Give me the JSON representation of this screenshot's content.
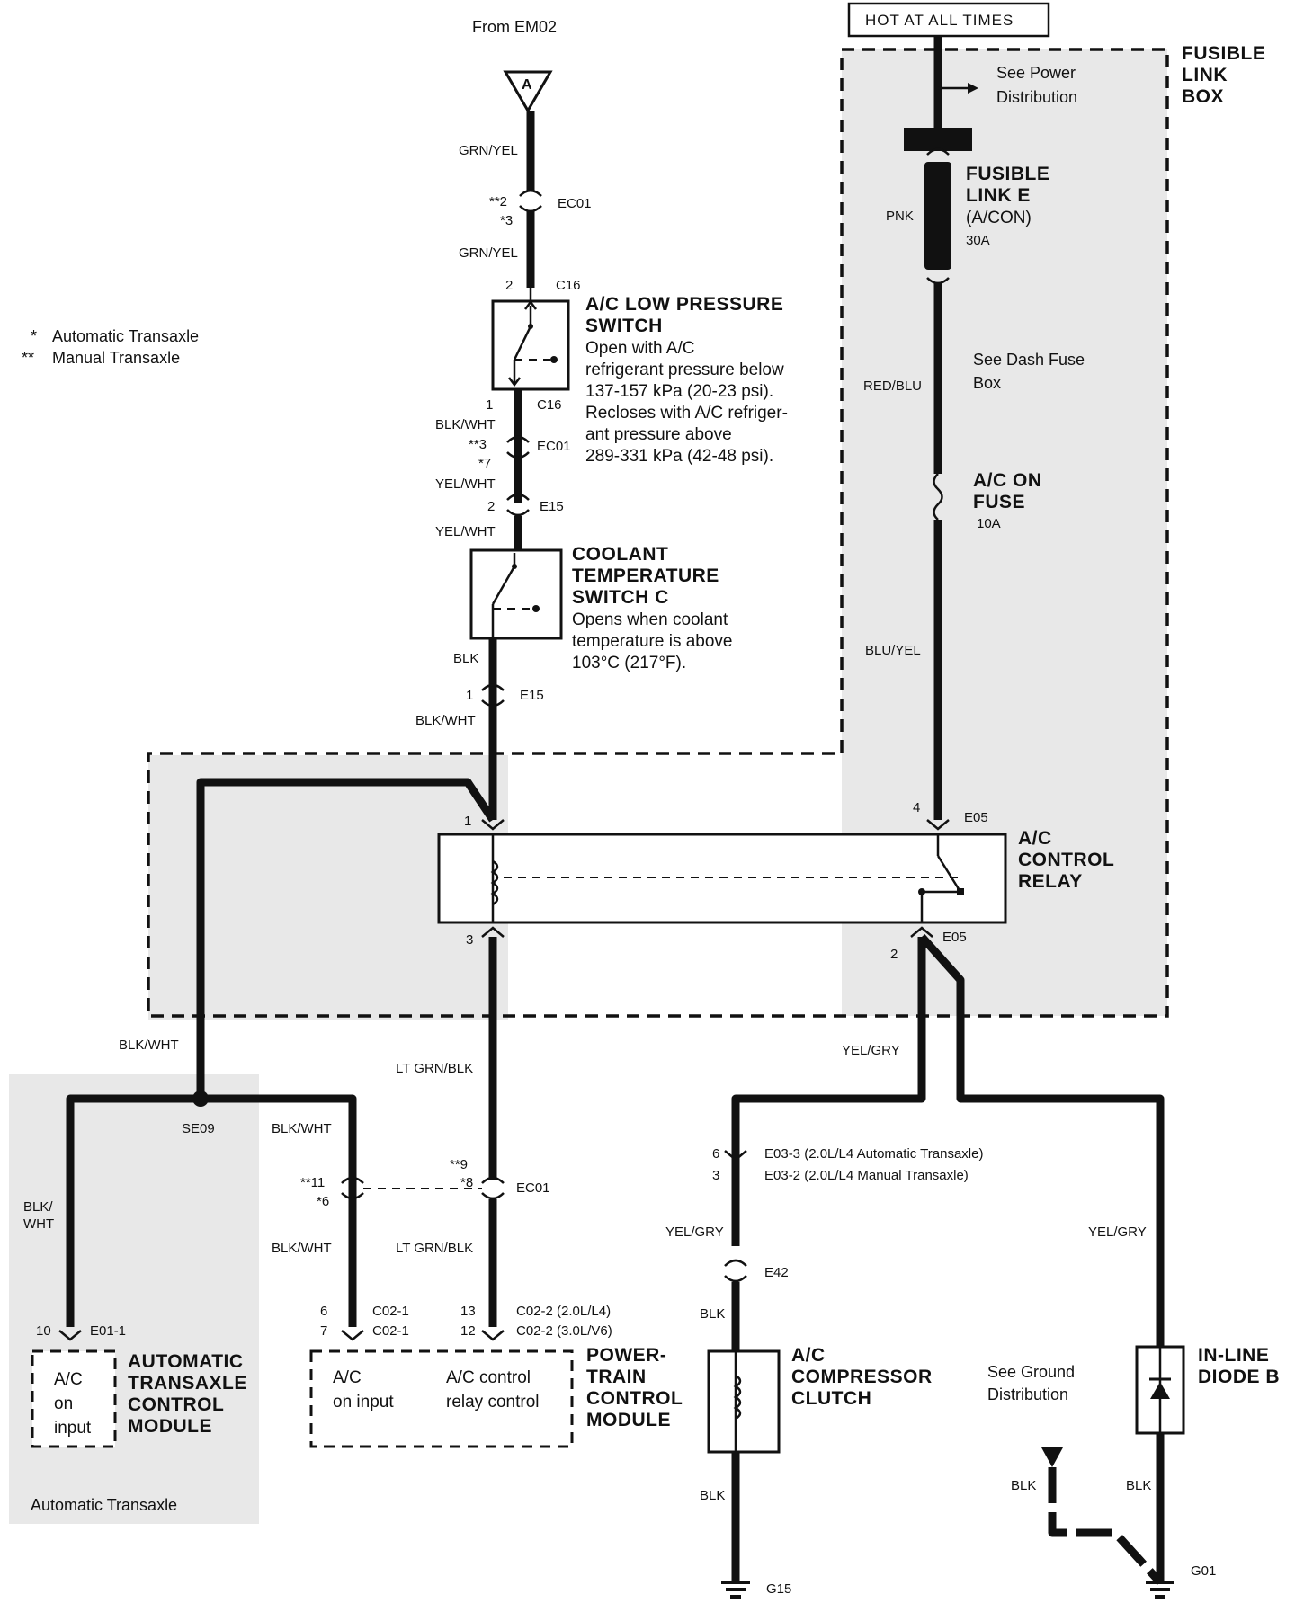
{
  "header": {
    "from_label": "From EM02",
    "connector_a": "A",
    "hot_label": "HOT AT ALL TIMES",
    "fusible_link_box": [
      "FUSIBLE",
      "LINK",
      "BOX"
    ],
    "see_power": [
      "See Power",
      "Distribution"
    ]
  },
  "legend": {
    "auto_mark": "*",
    "auto_text": "Automatic Transaxle",
    "manual_mark": "**",
    "manual_text": "Manual Transaxle"
  },
  "fusible_link": {
    "name": [
      "FUSIBLE",
      "LINK E",
      "(A/CON)"
    ],
    "rating": "30A",
    "wire": "PNK"
  },
  "dash_fuse": {
    "see_text": [
      "See Dash Fuse",
      "Box"
    ],
    "wire": "RED/BLU",
    "name": [
      "A/C ON",
      "FUSE"
    ],
    "rating": "10A",
    "wire_below": "BLU/YEL"
  },
  "left_chain": {
    "wire_a": "GRN/YEL",
    "ec01_a_pins": [
      "**2",
      "*3"
    ],
    "ec01_a": "EC01",
    "wire_b": "GRN/YEL",
    "c16_top_pin": "2",
    "c16_top": "C16",
    "low_pressure_name": [
      "A/C LOW PRESSURE",
      "SWITCH"
    ],
    "low_pressure_desc": [
      "Open with A/C",
      "refrigerant pressure below",
      "137-157 kPa (20-23 psi).",
      "Recloses with A/C refriger-",
      "ant pressure above",
      "289-331 kPa (42-48 psi)."
    ],
    "c16_bot_pin": "1",
    "c16_bot": "C16",
    "wire_c": "BLK/WHT",
    "ec01_b_pins": [
      "**3",
      "*7"
    ],
    "ec01_b": "EC01",
    "wire_d": "YEL/WHT",
    "e15_top_pin": "2",
    "e15_top": "E15",
    "wire_e": "YEL/WHT",
    "coolant_name": [
      "COOLANT",
      "TEMPERATURE",
      "SWITCH C"
    ],
    "coolant_desc": [
      "Opens when coolant",
      "temperature is above",
      "103°C (217°F)."
    ],
    "wire_f": "BLK",
    "e15_bot_pin": "1",
    "e15_bot": "E15",
    "wire_g": "BLK/WHT"
  },
  "relay": {
    "name": [
      "A/C",
      "CONTROL",
      "RELAY"
    ],
    "pin1": "1",
    "pin4": "4",
    "e05_top": "E05",
    "pin3": "3",
    "pin2": "2",
    "e05_bot": "E05"
  },
  "lower_left": {
    "wire_left_riser": "BLK/WHT",
    "splice": "SE09",
    "wire_splice_right": "BLK/WHT",
    "wire_atcm": [
      "BLK/",
      "WHT"
    ],
    "ec01_c_pins": [
      "**11",
      "*6"
    ],
    "wire_ltgrn_top": "LT GRN/BLK",
    "ec01_d_pins": [
      "**9",
      "*8"
    ],
    "ec01_d": "EC01",
    "wire_pcm_left": "BLK/WHT",
    "wire_pcm_right": "LT GRN/BLK",
    "pcm_pins_left": [
      "6",
      "7"
    ],
    "pcm_conn_left": [
      "C02-1",
      "C02-1"
    ],
    "pcm_pins_right": [
      "13",
      "12"
    ],
    "pcm_conn_right": [
      "C02-2 (2.0L/L4)",
      "C02-2 (3.0L/V6)"
    ],
    "atcm_pin": "10",
    "atcm_conn": "E01-1",
    "atcm_box_text": [
      "A/C",
      "on",
      "input"
    ],
    "atcm_name": [
      "AUTOMATIC",
      "TRANSAXLE",
      "CONTROL",
      "MODULE"
    ],
    "auto_note": "Automatic Transaxle",
    "pcm_box_left": [
      "A/C",
      "on input"
    ],
    "pcm_box_right": [
      "A/C control",
      "relay control"
    ],
    "pcm_name": [
      "POWER-",
      "TRAIN",
      "CONTROL",
      "MODULE"
    ]
  },
  "lower_right": {
    "wire_yelgry_top": "YEL/GRY",
    "e03_pins": [
      "6",
      "3"
    ],
    "e03_text": [
      "E03-3 (2.0L/L4 Automatic Transaxle)",
      "E03-2 (2.0L/L4 Manual Transaxle)"
    ],
    "wire_yelgry_mid": "YEL/GRY",
    "e42": "E42",
    "wire_blk_a": "BLK",
    "compressor_name": [
      "A/C",
      "COMPRESSOR",
      "CLUTCH"
    ],
    "wire_blk_b": "BLK",
    "ground_g15": "G15",
    "wire_yelgry_right": "YEL/GRY",
    "diode_name": [
      "IN-LINE",
      "DIODE B"
    ],
    "see_ground": [
      "See Ground",
      "Distribution"
    ],
    "wire_blk_c": "BLK",
    "wire_blk_d": "BLK",
    "ground_g01": "G01"
  }
}
